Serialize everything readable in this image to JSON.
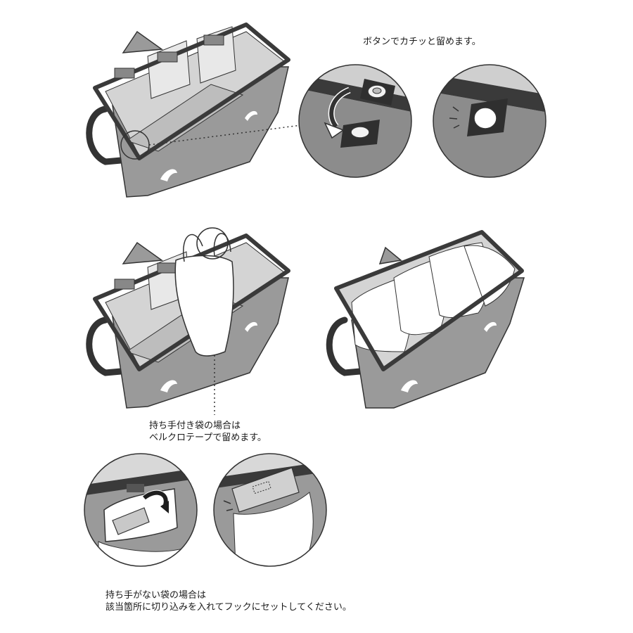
{
  "captions": {
    "button_snap": "ボタンでカチッと留めます。",
    "velcro_line1": "持ち手付き袋の場合は",
    "velcro_line2": "ベルクロテープで留めます。",
    "hook_line1": "持ち手がない袋の場合は",
    "hook_line2": "該当箇所に切り込みを入れてフックにセットしてください。"
  },
  "illustrations": [
    {
      "id": "bin-open",
      "icon": "bin-icon"
    },
    {
      "id": "snap-detail-open",
      "icon": "snap-button-icon"
    },
    {
      "id": "snap-detail-closed",
      "icon": "snap-button-icon"
    },
    {
      "id": "bin-with-handle-bag",
      "icon": "bin-icon"
    },
    {
      "id": "bin-with-bags",
      "icon": "bin-icon"
    },
    {
      "id": "velcro-detail-open",
      "icon": "velcro-icon"
    },
    {
      "id": "velcro-detail-closed",
      "icon": "velcro-icon"
    }
  ],
  "colors": {
    "bin_body": "#9a9a9a",
    "bin_inner": "#d4d4d4",
    "rim": "#3a3a3a",
    "outline": "#333333",
    "bag": "#ffffff"
  }
}
